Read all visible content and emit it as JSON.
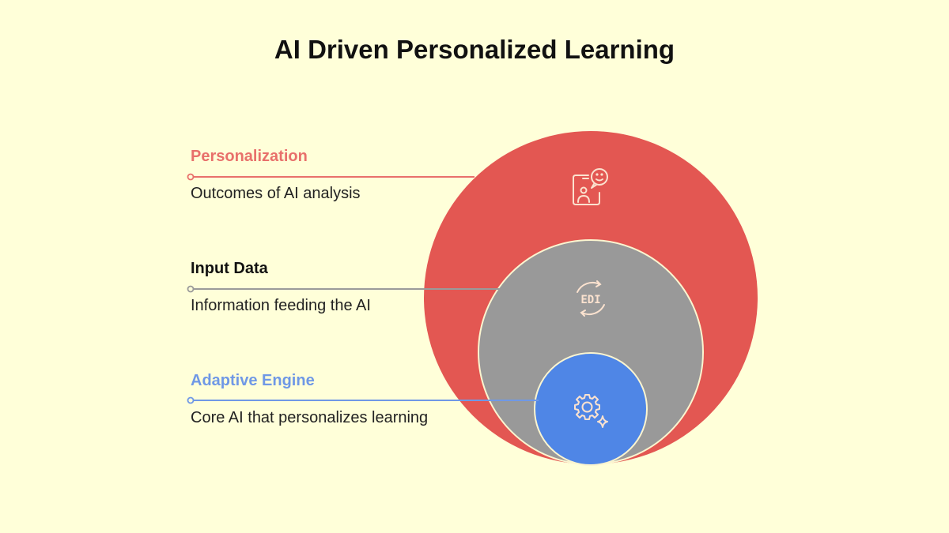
{
  "title": "AI Driven Personalized Learning",
  "layers": [
    {
      "label": "Personalization",
      "description": "Outcomes of AI analysis",
      "color": "#e35752",
      "label_color": "#e8706b",
      "line_color": "#e8706b",
      "icon": "personalized-chat-icon"
    },
    {
      "label": "Input Data",
      "description": "Information feeding the AI",
      "color": "#999999",
      "label_color": "#111111",
      "line_color": "#9a9a9a",
      "icon": "edi-data-exchange-icon",
      "icon_text": "EDI"
    },
    {
      "label": "Adaptive Engine",
      "description": "Core AI that personalizes learning",
      "color": "#4f86e6",
      "label_color": "#6f98e6",
      "line_color": "#6f98e6",
      "icon": "gear-sparkle-icon"
    }
  ],
  "background_color": "#ffffd9"
}
